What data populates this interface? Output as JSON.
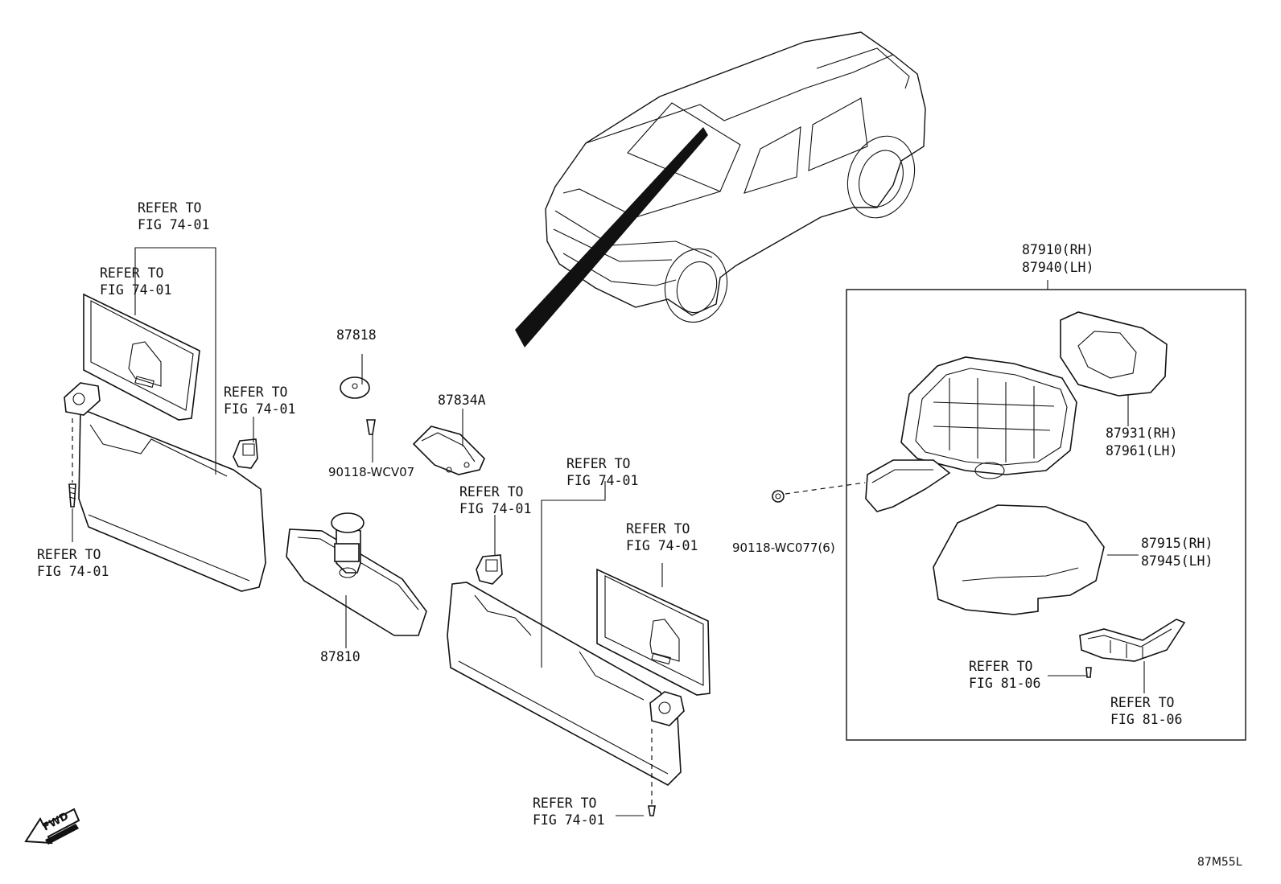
{
  "diagram_code": "87M55L",
  "fwd_label": "FWD",
  "labels": {
    "refer_74_a1": "REFER TO",
    "refer_74_a2": "FIG 74-01",
    "refer_74_b1": "REFER TO",
    "refer_74_b2": "FIG 74-01",
    "refer_74_c1": "REFER TO",
    "refer_74_c2": "FIG 74-01",
    "refer_74_d1": "REFER TO",
    "refer_74_d2": "FIG 74-01",
    "refer_74_e1": "REFER TO",
    "refer_74_e2": "FIG 74-01",
    "refer_74_f1": "REFER TO",
    "refer_74_f2": "FIG 74-01",
    "refer_74_g1": "REFER TO",
    "refer_74_g2": "FIG 74-01",
    "refer_74_h1": "REFER TO",
    "refer_74_h2": "FIG 74-01",
    "refer_81_a1": "REFER TO",
    "refer_81_a2": "FIG 81-06",
    "refer_81_b1": "REFER TO",
    "refer_81_b2": "FIG 81-06"
  },
  "parts": {
    "p87818": "87818",
    "p90118_wcv07": "90118-WCV07",
    "p87834a": "87834A",
    "p87810": "87810",
    "p90118_wc077": "90118-WC077(6)",
    "p87910": "87910(RH)",
    "p87940": "87940(LH)",
    "p87931": "87931(RH)",
    "p87961": "87961(LH)",
    "p87915": "87915(RH)",
    "p87945": "87945(LH)"
  }
}
